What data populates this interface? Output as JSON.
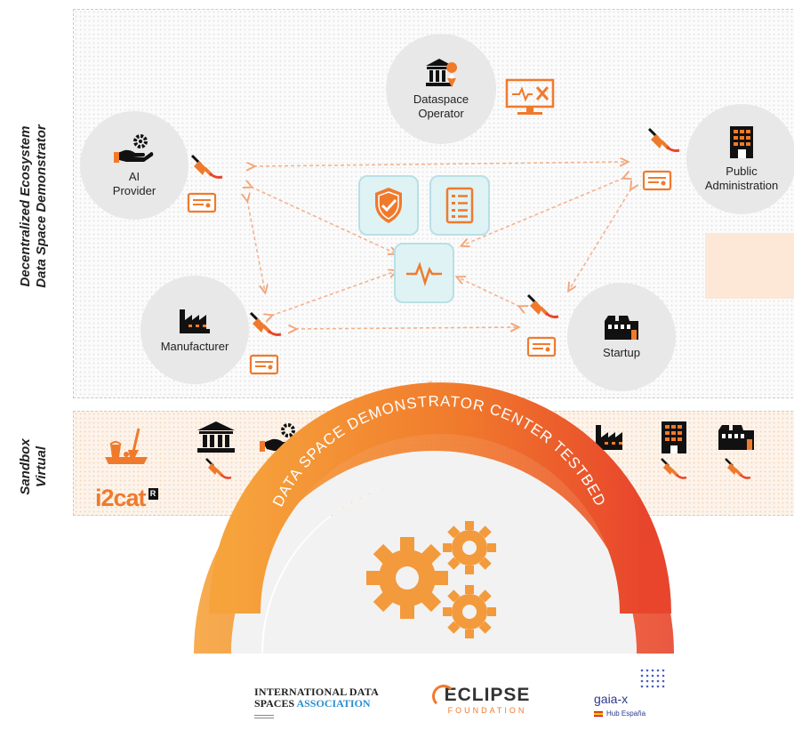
{
  "side_labels": {
    "ecosystem_line1": "Decentralized Ecosystem",
    "ecosystem_line2": "Data Space Demonstrator",
    "sandbox_line1": "Sandbox",
    "sandbox_line2": "Virtual"
  },
  "nodes": {
    "operator": {
      "line1": "Dataspace",
      "line2": "Operator",
      "icon": "bank-pin-icon"
    },
    "ai_provider": {
      "line1": "AI",
      "line2": "Provider",
      "icon": "hand-gear-icon"
    },
    "public_admin": {
      "line1": "Public",
      "line2": "Administration",
      "icon": "office-building-icon"
    },
    "manufacturer": {
      "line1": "Manufacturer",
      "icon": "factory-icon"
    },
    "startup": {
      "line1": "Startup",
      "icon": "warehouse-icon"
    }
  },
  "arc_text": "DATA SPACE DEMONSTRATOR CENTER TESTBED",
  "sandbox_brand": "i2cat",
  "sandbox_brand_mark": "R",
  "footer": {
    "idsa_line1": "INTERNATIONAL DATA",
    "idsa_line2a": "SPACES ",
    "idsa_line2b": "ASSOCIATION",
    "eclipse_name": "ECLIPSE",
    "eclipse_sub": "FOUNDATION",
    "gaiax_name": "gaia-x",
    "gaiax_sub": "Hub España"
  },
  "colors": {
    "accent_orange": "#f07a2c",
    "accent_red": "#e8452c",
    "node_grey": "#e8e8e8",
    "tile_fill": "#dff3f5"
  }
}
